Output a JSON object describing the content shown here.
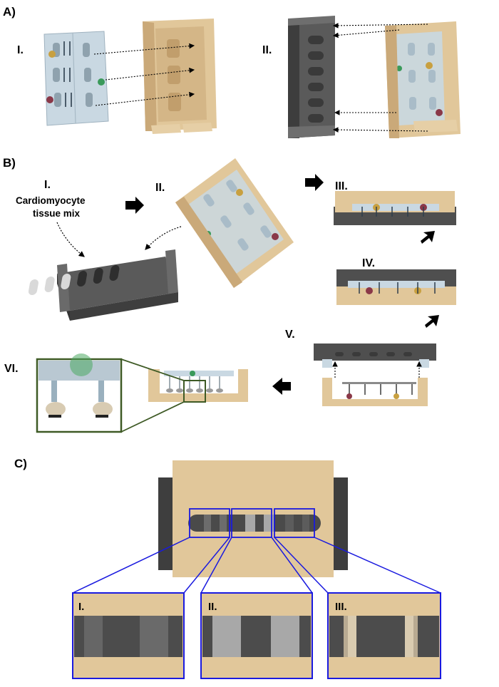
{
  "panels": {
    "a": {
      "label": "A)",
      "sub_i": "I.",
      "sub_ii": "II."
    },
    "b": {
      "label": "B)",
      "sub_i": "I.",
      "cell_text_line1": "Cardiomyocyte",
      "cell_text_line2": "tissue mix",
      "sub_ii": "II.",
      "sub_iii": "III.",
      "sub_iv": "IV.",
      "sub_v": "V.",
      "sub_vi": "VI."
    },
    "c": {
      "label": "C)",
      "zoom_i": "I.",
      "zoom_ii": "II.",
      "zoom_iii": "III."
    }
  },
  "colors": {
    "tan": "#e1c79a",
    "tan_dark": "#caa979",
    "gray_dark": "#4f4f4f",
    "gray_mid": "#6e6e6e",
    "glass": "#c9d8e2",
    "zoom_blue": "#1a1adf",
    "zoom_green": "#3e5a25",
    "dot_gold": "#c8a040",
    "dot_red": "#8a3848",
    "dot_green": "#3a9a5a"
  }
}
